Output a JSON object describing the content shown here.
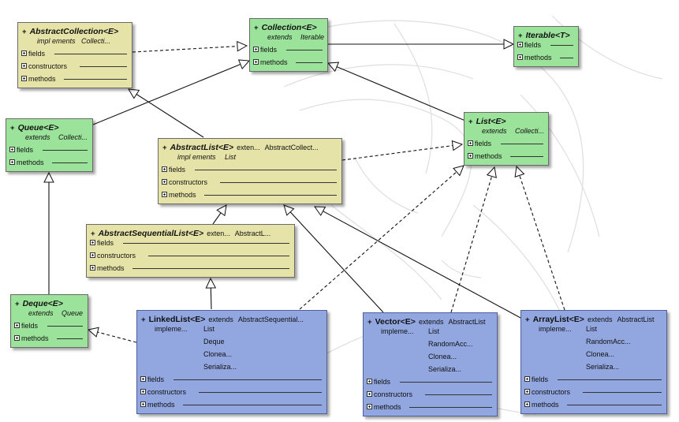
{
  "classes": {
    "abstractcollection": {
      "plus": "+",
      "name": "AbstractCollection<E>",
      "extends": null,
      "relations": [
        {
          "kw": "impl ements",
          "vals": [
            "Collecti..."
          ]
        }
      ],
      "sections": [
        "fields",
        "constructors",
        "methods"
      ]
    },
    "collection": {
      "plus": "+",
      "name": "Collection<E>",
      "extends": null,
      "relations": [
        {
          "kw": "extends",
          "vals": [
            "Iterable"
          ]
        }
      ],
      "sections": [
        "fields",
        "methods"
      ]
    },
    "iterable": {
      "plus": "+",
      "name": "Iterable<T>",
      "extends": null,
      "relations": [],
      "sections": [
        "fields",
        "methods"
      ]
    },
    "queue": {
      "plus": "+",
      "name": "Queue<E>",
      "extends": null,
      "relations": [
        {
          "kw": "extends",
          "vals": [
            "Collecti..."
          ]
        }
      ],
      "sections": [
        "fields",
        "methods"
      ]
    },
    "abstractlist": {
      "plus": "+",
      "name": "AbstractList<E>",
      "extends": "AbstractCollect...",
      "extends_kw": "exten...",
      "relations": [
        {
          "kw": "impl ements",
          "vals": [
            "List"
          ]
        }
      ],
      "sections": [
        "fields",
        "constructors",
        "methods"
      ]
    },
    "list": {
      "plus": "+",
      "name": "List<E>",
      "extends": null,
      "relations": [
        {
          "kw": "extends",
          "vals": [
            "Collecti..."
          ]
        }
      ],
      "sections": [
        "fields",
        "methods"
      ]
    },
    "abstractsequentiallist": {
      "plus": "+",
      "name": "AbstractSequentialList<E>",
      "extends": "AbstractL...",
      "extends_kw": "exten...",
      "relations": [],
      "sections": [
        "fields",
        "constructors",
        "methods"
      ]
    },
    "deque": {
      "plus": "+",
      "name": "Deque<E>",
      "extends": null,
      "relations": [
        {
          "kw": "extends",
          "vals": [
            "Queue"
          ]
        }
      ],
      "sections": [
        "fields",
        "methods"
      ]
    },
    "linkedlist": {
      "plus": "+",
      "name": "LinkedList<E>",
      "extends": "AbstractSequential...",
      "extends_kw": "extends",
      "relations": [
        {
          "kw": "impleme...",
          "vals": [
            "List",
            "Deque",
            "Clonea...",
            "Serializa..."
          ]
        }
      ],
      "sections": [
        "fields",
        "constructors",
        "methods"
      ]
    },
    "vector": {
      "plus": "+",
      "name": "Vector<E>",
      "extends": "AbstractList",
      "extends_kw": "extends",
      "relations": [
        {
          "kw": "impleme...",
          "vals": [
            "List",
            "RandomAcc...",
            "Clonea...",
            "Serializa..."
          ]
        }
      ],
      "sections": [
        "fields",
        "constructors",
        "methods"
      ]
    },
    "arraylist": {
      "plus": "+",
      "name": "ArrayList<E>",
      "extends": "AbstractList",
      "extends_kw": "extends",
      "relations": [
        {
          "kw": "impleme...",
          "vals": [
            "List",
            "RandomAcc...",
            "Clonea...",
            "Serializa..."
          ]
        }
      ],
      "sections": [
        "fields",
        "constructors",
        "methods"
      ]
    }
  },
  "edges": [
    {
      "from": "abstractcollection",
      "to": "collection",
      "kind": "realization"
    },
    {
      "from": "collection",
      "to": "iterable",
      "kind": "generalization"
    },
    {
      "from": "queue",
      "to": "collection",
      "kind": "generalization"
    },
    {
      "from": "list",
      "to": "collection",
      "kind": "generalization"
    },
    {
      "from": "abstractlist",
      "to": "abstractcollection",
      "kind": "generalization"
    },
    {
      "from": "abstractlist",
      "to": "list",
      "kind": "realization"
    },
    {
      "from": "abstractsequentiallist",
      "to": "abstractlist",
      "kind": "generalization"
    },
    {
      "from": "deque",
      "to": "queue",
      "kind": "generalization"
    },
    {
      "from": "linkedlist",
      "to": "abstractsequentiallist",
      "kind": "generalization"
    },
    {
      "from": "linkedlist",
      "to": "deque",
      "kind": "realization"
    },
    {
      "from": "linkedlist",
      "to": "list",
      "kind": "realization"
    },
    {
      "from": "vector",
      "to": "abstractlist",
      "kind": "generalization"
    },
    {
      "from": "vector",
      "to": "list",
      "kind": "realization"
    },
    {
      "from": "arraylist",
      "to": "abstractlist",
      "kind": "generalization"
    },
    {
      "from": "arraylist",
      "to": "list",
      "kind": "realization"
    }
  ],
  "colors": {
    "abstract_fill": "#e6e3a8",
    "interface_fill": "#9be29b",
    "concrete_fill": "#92a6e0",
    "edge_stroke": "#111111"
  }
}
